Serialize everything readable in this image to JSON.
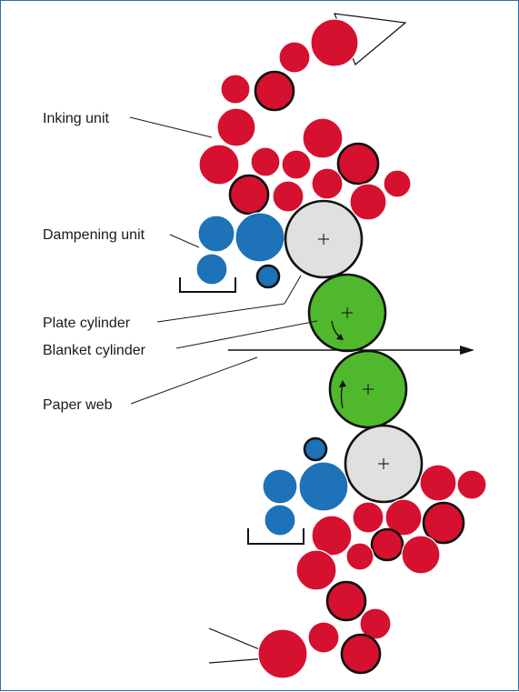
{
  "labels": {
    "inking_unit": "Inking unit",
    "dampening_unit": "Dampening unit",
    "plate_cylinder": "Plate cylinder",
    "blanket_cylinder": "Blanket cylinder",
    "paper_web": "Paper web"
  },
  "colors": {
    "ink_roller": "#d6102f",
    "dampening_roller": "#1d72b8",
    "blanket_cylinder": "#4fb82d",
    "plate_cylinder": "#e0e0e0",
    "frame_border": "#2f6ea6"
  }
}
